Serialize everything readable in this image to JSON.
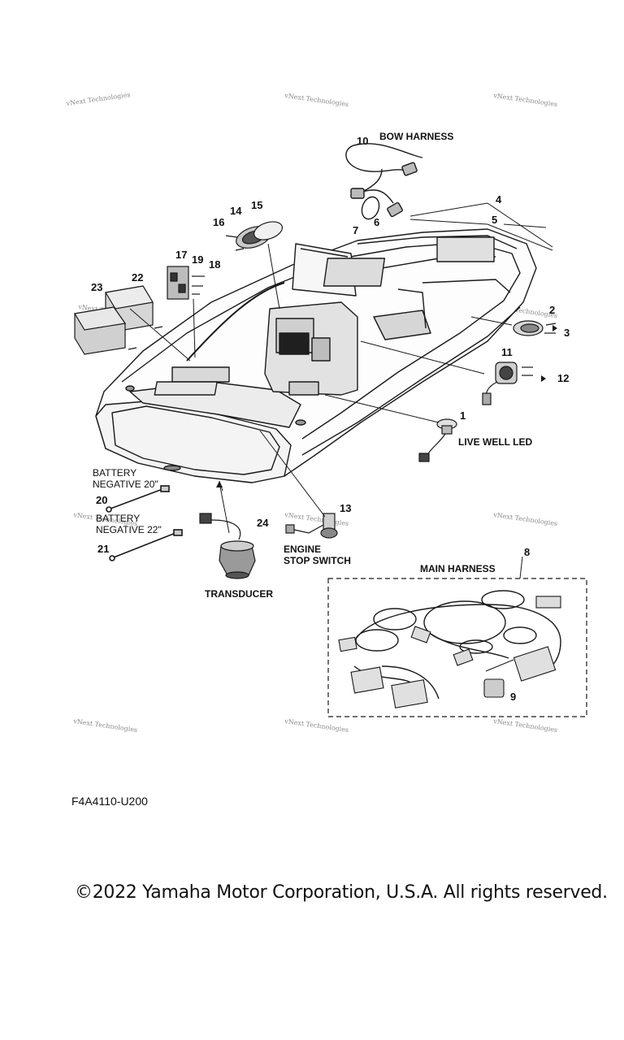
{
  "watermark": "vNext Technologies",
  "labels": {
    "bow_harness": "BOW HARNESS",
    "live_well_led": "LIVE WELL LED",
    "battery_negative_20": [
      "BATTERY",
      "NEGATIVE 20\""
    ],
    "battery_negative_22": [
      "BATTERY",
      "NEGATIVE 22\""
    ],
    "transducer": "TRANSDUCER",
    "engine_stop_switch": [
      "ENGINE",
      "STOP SWITCH"
    ],
    "main_harness": "MAIN HARNESS"
  },
  "callouts": [
    "1",
    "2",
    "3",
    "4",
    "5",
    "6",
    "7",
    "8",
    "9",
    "10",
    "11",
    "12",
    "13",
    "14",
    "15",
    "16",
    "17",
    "18",
    "19",
    "20",
    "21",
    "22",
    "23",
    "24"
  ],
  "diagram_code": "F4A4110-U200",
  "copyright": "©2022 Yamaha Motor Corporation, U.S.A. All rights reserved."
}
